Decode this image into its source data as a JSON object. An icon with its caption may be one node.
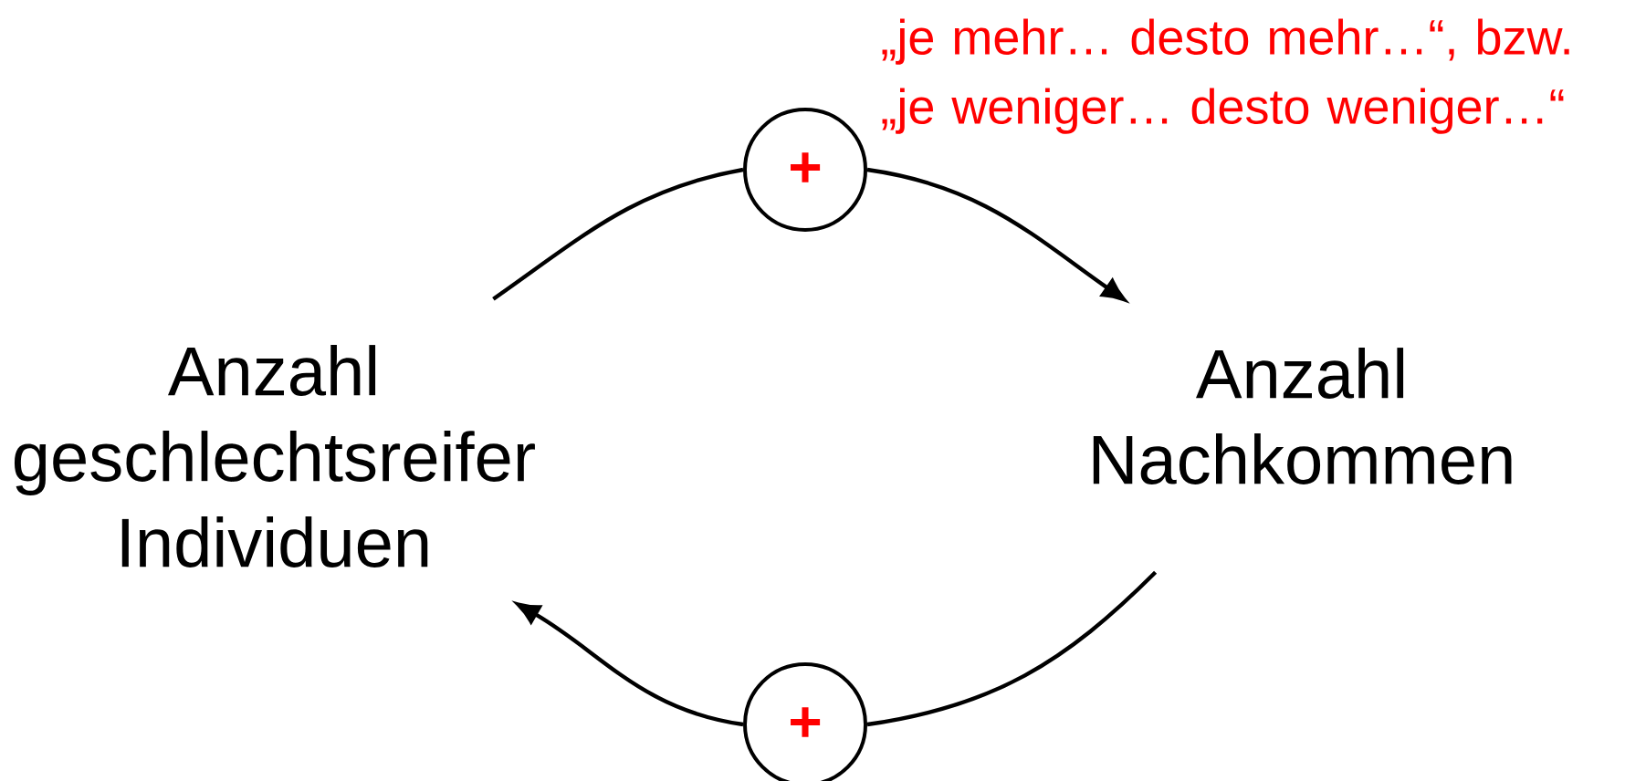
{
  "diagram": {
    "nodes": [
      {
        "text": [
          "Anzahl geschlechtsreifer Individuen"
        ]
      },
      {
        "text": [
          "Anzahl Nachkommen"
        ]
      },
      {
        "text": [
          "+"
        ]
      },
      {
        "text": [
          "+"
        ]
      }
    ],
    "edges": [
      {
        "from": 0,
        "to": 2,
        "arrow": "none"
      },
      {
        "from": 2,
        "to": 1,
        "arrow": "to"
      },
      {
        "from": 1,
        "to": 3,
        "arrow": "none"
      },
      {
        "from": 3,
        "to": 0,
        "arrow": "to"
      }
    ],
    "labels": [
      "„je mehr… desto mehr…“, bzw. „je weniger… desto weniger…“"
    ]
  }
}
